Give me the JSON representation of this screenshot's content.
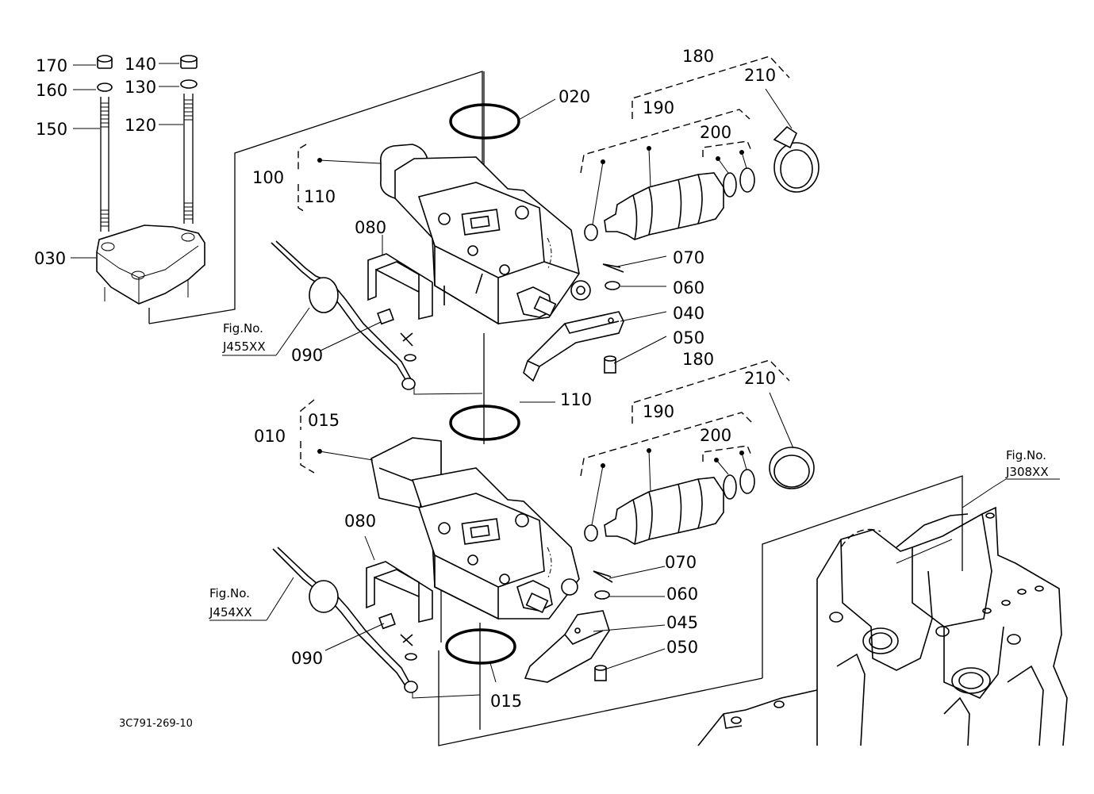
{
  "drawing_code": "3C791-269-10",
  "fig_refs": {
    "upper": {
      "title": "Fig.No.",
      "number": "J455XX"
    },
    "lower": {
      "title": "Fig.No.",
      "number": "J454XX"
    },
    "body": {
      "title": "Fig.No.",
      "number": "J308XX"
    }
  },
  "stud_assembly": {
    "nut_left": "170",
    "washer_left": "160",
    "stud_left": "150",
    "nut_right": "140",
    "washer_right": "130",
    "stud_right": "120",
    "cover_plate": "030"
  },
  "upper_valve": {
    "assembly": "100",
    "sub_assembly": "110",
    "o_ring_top": "020",
    "cartridge_set": "180",
    "cartridge": "190",
    "seal_set": "200",
    "cap": "210",
    "bracket": "080",
    "plug": "090",
    "pin": "070",
    "washer": "060",
    "lever": "040",
    "bolt": "050",
    "o_ring_between": "110"
  },
  "lower_valve": {
    "assembly": "010",
    "sub_assembly": "015",
    "cartridge_set": "180",
    "cartridge": "190",
    "seal_set": "200",
    "cap": "210",
    "bracket": "080",
    "plug": "090",
    "pin": "070",
    "washer": "060",
    "lever": "045",
    "bolt": "050",
    "o_ring_bottom": "015"
  }
}
